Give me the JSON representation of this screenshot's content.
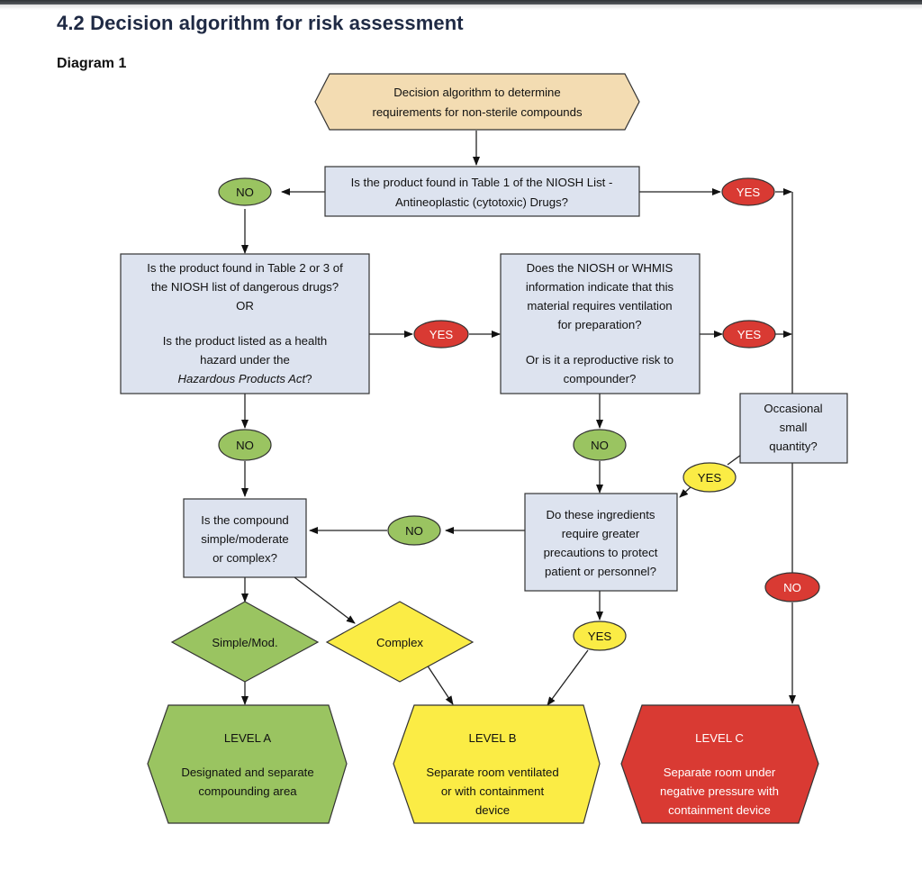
{
  "header": {
    "title": "4.2  Decision algorithm for risk assessment",
    "subtitle": "Diagram 1"
  },
  "colors": {
    "question_box": "#dde3ef",
    "start_box": "#f3dcb2",
    "green": "#9ac461",
    "yellow": "#fbec45",
    "red": "#d93a33",
    "stroke": "#222222"
  },
  "nodes": {
    "start": {
      "lines": [
        "Decision algorithm to determine",
        "requirements for non-sterile compounds"
      ]
    },
    "q1": {
      "lines": [
        "Is the product found in Table 1 of the NIOSH List -",
        "Antineoplastic (cytotoxic) Drugs?"
      ]
    },
    "q2": {
      "lines": [
        "Is the product found in Table 2 or 3 of",
        "the NIOSH list of dangerous drugs?",
        "OR",
        "",
        "Is the product listed as a health",
        "hazard under the"
      ],
      "italic_line": "Hazardous Products Act",
      "italic_suffix": "?"
    },
    "q3": {
      "lines": [
        "Does the NIOSH or WHMIS",
        "information indicate that this",
        "material requires ventilation",
        "for preparation?",
        "",
        "Or is it a reproductive risk to",
        "compounder?"
      ]
    },
    "q4": {
      "lines": [
        "Occasional",
        "small",
        "quantity?"
      ]
    },
    "q5": {
      "lines": [
        "Is the compound",
        "simple/moderate",
        "or complex?"
      ]
    },
    "q6": {
      "lines": [
        "Do these ingredients",
        "require greater",
        "precautions to protect",
        "patient or personnel?"
      ]
    },
    "simple": {
      "label": "Simple/Mod."
    },
    "complex": {
      "label": "Complex"
    },
    "level_a": {
      "title": "LEVEL A",
      "lines": [
        "Designated and separate",
        "compounding area"
      ]
    },
    "level_b": {
      "title": "LEVEL B",
      "lines": [
        "Separate room ventilated",
        "or with containment",
        "device"
      ]
    },
    "level_c": {
      "title": "LEVEL C",
      "lines": [
        "Separate room under",
        "negative pressure with",
        "containment device"
      ]
    }
  },
  "badges": {
    "q1_no": "NO",
    "q1_yes": "YES",
    "q2_yes": "YES",
    "q2_no": "NO",
    "q3_yes": "YES",
    "q3_no": "NO",
    "q4_yes": "YES",
    "q4_no": "NO",
    "q6_no": "NO",
    "q6_yes": "YES"
  }
}
